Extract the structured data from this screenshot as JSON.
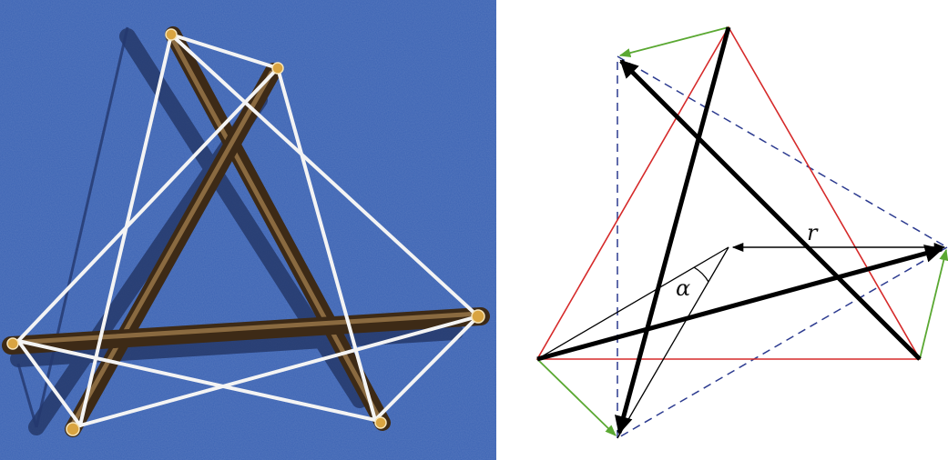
{
  "photo": {
    "subject": "tensegrity-prism-model",
    "colors": {
      "background": "#3b63b4",
      "background_dark": "#2d4f9a",
      "struts": "#4a3520",
      "strut_highlight": "#8a6a40",
      "tendons": "#f4f4f4",
      "end_caps": "#d9a441"
    }
  },
  "diagram": {
    "labels": {
      "radius": "r",
      "angle": "α"
    },
    "colors": {
      "top_triangle": "#d62a2a",
      "bottom_triangle_dashed": "#2b3a8f",
      "side_tendons": "#5aa832",
      "struts": "#000000",
      "construction": "#000000"
    }
  }
}
